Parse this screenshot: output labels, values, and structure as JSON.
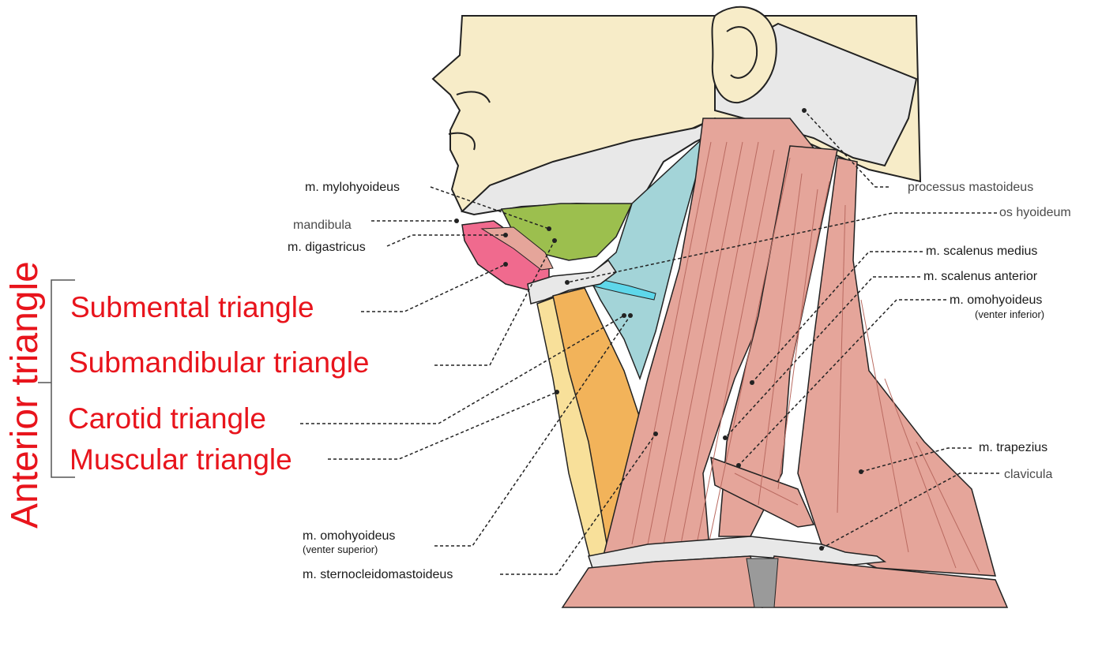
{
  "labels": {
    "mylohyoideus": "m. mylohyoideus",
    "mandibula": "mandibula",
    "digastricus": "m. digastricus",
    "processus_mastoideus": "processus mastoideus",
    "os_hyoideum": "os hyoideum",
    "scalenus_medius": "m. scalenus medius",
    "scalenus_anterior": "m. scalenus anterior",
    "omohyoideus_inf": "m. omohyoideus",
    "omohyoideus_inf_sub": "(venter inferior)",
    "trapezius": "m. trapezius",
    "clavicula": "clavicula",
    "omohyoideus_sup": "m. omohyoideus",
    "omohyoideus_sup_sub": "(venter superior)",
    "sternocleido": "m. sternocleidomastoideus"
  },
  "triangles": {
    "group": "Anterior triangle",
    "submental": "Submental triangle",
    "submandibular": "Submandibular triangle",
    "carotid": "Carotid triangle",
    "muscular": "Muscular triangle"
  },
  "colors": {
    "label_red": "#e8141c",
    "muscle": "#e5a59a",
    "skin": "#f7ecc8",
    "bone": "#e8e8e8",
    "mylohyoid_green": "#9cbf4e",
    "carotid_blue": "#a3d4d8",
    "muscular_orange": "#f2b35a",
    "digastric_pink": "#f06a8e",
    "vein_cyan": "#5ed7ea"
  }
}
